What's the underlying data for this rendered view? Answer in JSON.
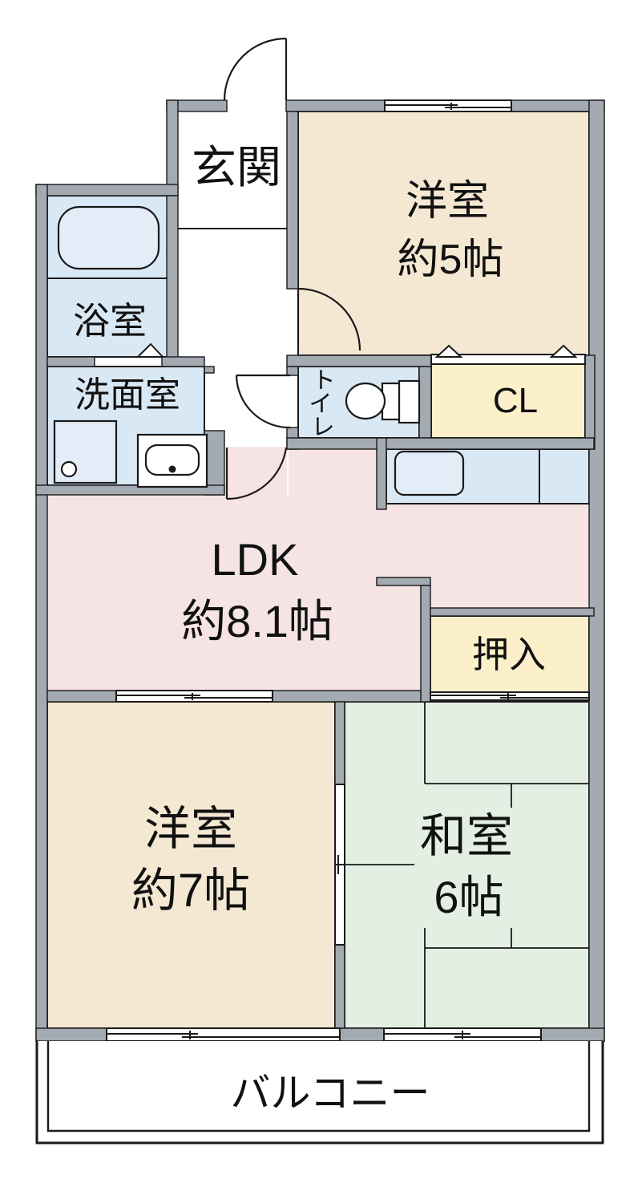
{
  "floorplan": {
    "rooms": {
      "genkan": {
        "label": "玄関"
      },
      "western5": {
        "label_line1": "洋室",
        "label_line2": "約5帖"
      },
      "bath": {
        "label": "浴室"
      },
      "washroom": {
        "label": "洗面室"
      },
      "toilet": {
        "chars": [
          "ト",
          "イ",
          "レ"
        ]
      },
      "closet": {
        "label": "CL"
      },
      "ldk": {
        "label_line1": "LDK",
        "label_line2": "約8.1帖"
      },
      "oshiire": {
        "label": "押入"
      },
      "western7": {
        "label_line1": "洋室",
        "label_line2": "約7帖"
      },
      "japanese6": {
        "label_line1": "和室",
        "label_line2": "6帖"
      },
      "balcony": {
        "label": "バルコニー"
      }
    },
    "colors": {
      "wall_gray": "#a4aab2",
      "outline_black": "#1a1a1a",
      "western_room_beige": "#f5e8d3",
      "wet_area_blue": "#d9e8f5",
      "ldk_pink": "#f6e4e5",
      "closet_cream": "#fbf0ca",
      "japanese_room_green": "#e3efe3",
      "floor_white": "#ffffff"
    }
  }
}
